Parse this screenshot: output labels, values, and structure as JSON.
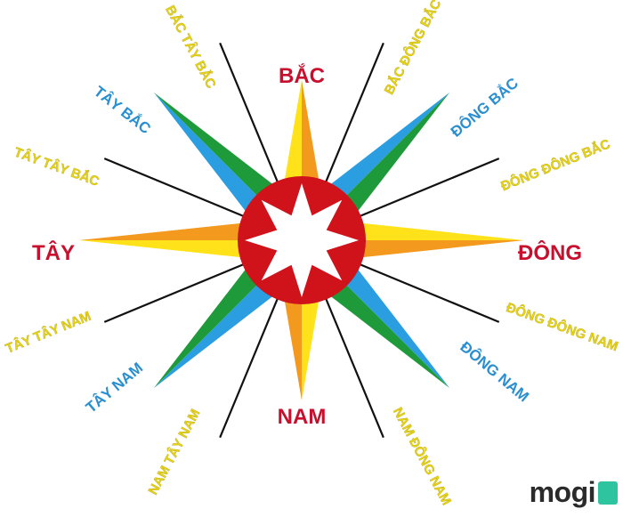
{
  "labels": {
    "bac": "BẮC",
    "nam": "NAM",
    "dong": "ĐÔNG",
    "tay": "TÂY",
    "dong_bac": "ĐÔNG BẮC",
    "tay_bac": "TÂY BẮC",
    "dong_nam": "ĐÔNG NAM",
    "tay_nam": "TÂY NAM",
    "bac_dong_bac": "BẮC ĐÔNG BẮC",
    "bac_tay_bac": "BẮC TÂY BẮC",
    "dong_dong_bac": "ĐÔNG ĐÔNG BẮC",
    "tay_tay_bac": "TÂY TÂY BẮC",
    "dong_dong_nam": "ĐÔNG ĐÔNG NAM",
    "tay_tay_nam": "TÂY TÂY NAM",
    "nam_dong_nam": "NAM ĐÔNG NAM",
    "nam_tay_nam": "NAM TÂY NAM"
  },
  "logo": {
    "text": "mogi"
  },
  "colors": {
    "cardinal_text": "#c8102e",
    "intercardinal_text": "#2a8fd0",
    "minor_text": "#e6d21a",
    "yellow": "#ffe21a",
    "orange": "#f39a1e",
    "green": "#1f9a3a",
    "blue": "#2a9ee0",
    "center_red": "#d0121b"
  }
}
